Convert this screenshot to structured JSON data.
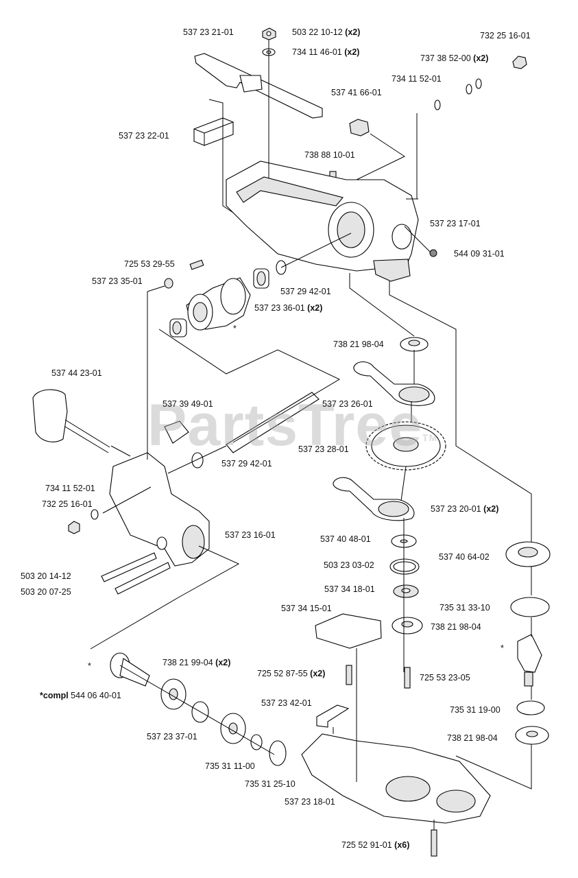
{
  "watermark": {
    "text": "PartsTree",
    "tm": "TM"
  },
  "parts": [
    {
      "id": "p1",
      "number": "537 23 21-01",
      "qty": ""
    },
    {
      "id": "p2",
      "number": "503 22 10-12",
      "qty": "(x2)"
    },
    {
      "id": "p3",
      "number": "734 11 46-01",
      "qty": "(x2)"
    },
    {
      "id": "p4",
      "number": "732 25 16-01",
      "qty": ""
    },
    {
      "id": "p5",
      "number": "737 38 52-00",
      "qty": "(x2)"
    },
    {
      "id": "p6",
      "number": "734 11 52-01",
      "qty": ""
    },
    {
      "id": "p7",
      "number": "537 41 66-01",
      "qty": ""
    },
    {
      "id": "p8",
      "number": "537 23 22-01",
      "qty": ""
    },
    {
      "id": "p9",
      "number": "738 88 10-01",
      "qty": ""
    },
    {
      "id": "p10",
      "number": "537 23 17-01",
      "qty": ""
    },
    {
      "id": "p11",
      "number": "544 09 31-01",
      "qty": ""
    },
    {
      "id": "p12",
      "number": "725 53 29-55",
      "qty": ""
    },
    {
      "id": "p13",
      "number": "537 23 35-01",
      "qty": ""
    },
    {
      "id": "p14",
      "number": "537 29 42-01",
      "qty": ""
    },
    {
      "id": "p15",
      "number": "537 23 36-01",
      "qty": "(x2)"
    },
    {
      "id": "p16",
      "number": "738 21 98-04",
      "qty": ""
    },
    {
      "id": "p17",
      "number": "537 44 23-01",
      "qty": ""
    },
    {
      "id": "p18",
      "number": "537 39 49-01",
      "qty": ""
    },
    {
      "id": "p19",
      "number": "537 23 26-01",
      "qty": ""
    },
    {
      "id": "p20",
      "number": "537 23 28-01",
      "qty": ""
    },
    {
      "id": "p21",
      "number": "537 29 42-01",
      "qty": ""
    },
    {
      "id": "p22",
      "number": "734 11 52-01",
      "qty": ""
    },
    {
      "id": "p23",
      "number": "732 25 16-01",
      "qty": ""
    },
    {
      "id": "p24",
      "number": "537 23 20-01",
      "qty": "(x2)"
    },
    {
      "id": "p25",
      "number": "537 23 16-01",
      "qty": ""
    },
    {
      "id": "p26",
      "number": "537 40 48-01",
      "qty": ""
    },
    {
      "id": "p27",
      "number": "537 40 64-02",
      "qty": ""
    },
    {
      "id": "p28",
      "number": "503 20 14-12",
      "qty": ""
    },
    {
      "id": "p29",
      "number": "503 23 03-02",
      "qty": ""
    },
    {
      "id": "p30",
      "number": "503 20 07-25",
      "qty": ""
    },
    {
      "id": "p31",
      "number": "537 34 18-01",
      "qty": ""
    },
    {
      "id": "p32",
      "number": "735 31 33-10",
      "qty": ""
    },
    {
      "id": "p33",
      "number": "537 34 15-01",
      "qty": ""
    },
    {
      "id": "p34",
      "number": "738 21 98-04",
      "qty": ""
    },
    {
      "id": "p35",
      "number": "738 21 99-04",
      "qty": "(x2)"
    },
    {
      "id": "p36",
      "number": "725 52 87-55",
      "qty": "(x2)"
    },
    {
      "id": "p37",
      "number": "725 53 23-05",
      "qty": ""
    },
    {
      "id": "p38",
      "number": "544 06 40-01",
      "qty": "",
      "prefix": "*compl"
    },
    {
      "id": "p39",
      "number": "537 23 42-01",
      "qty": ""
    },
    {
      "id": "p40",
      "number": "735 31 19-00",
      "qty": ""
    },
    {
      "id": "p41",
      "number": "537 23 37-01",
      "qty": ""
    },
    {
      "id": "p42",
      "number": "738 21 98-04",
      "qty": ""
    },
    {
      "id": "p43",
      "number": "735 31 11-00",
      "qty": ""
    },
    {
      "id": "p44",
      "number": "735 31 25-10",
      "qty": ""
    },
    {
      "id": "p45",
      "number": "537 23 18-01",
      "qty": ""
    },
    {
      "id": "p46",
      "number": "725 52 91-01",
      "qty": "(x6)"
    }
  ],
  "markers": {
    "asterisk": "*"
  }
}
